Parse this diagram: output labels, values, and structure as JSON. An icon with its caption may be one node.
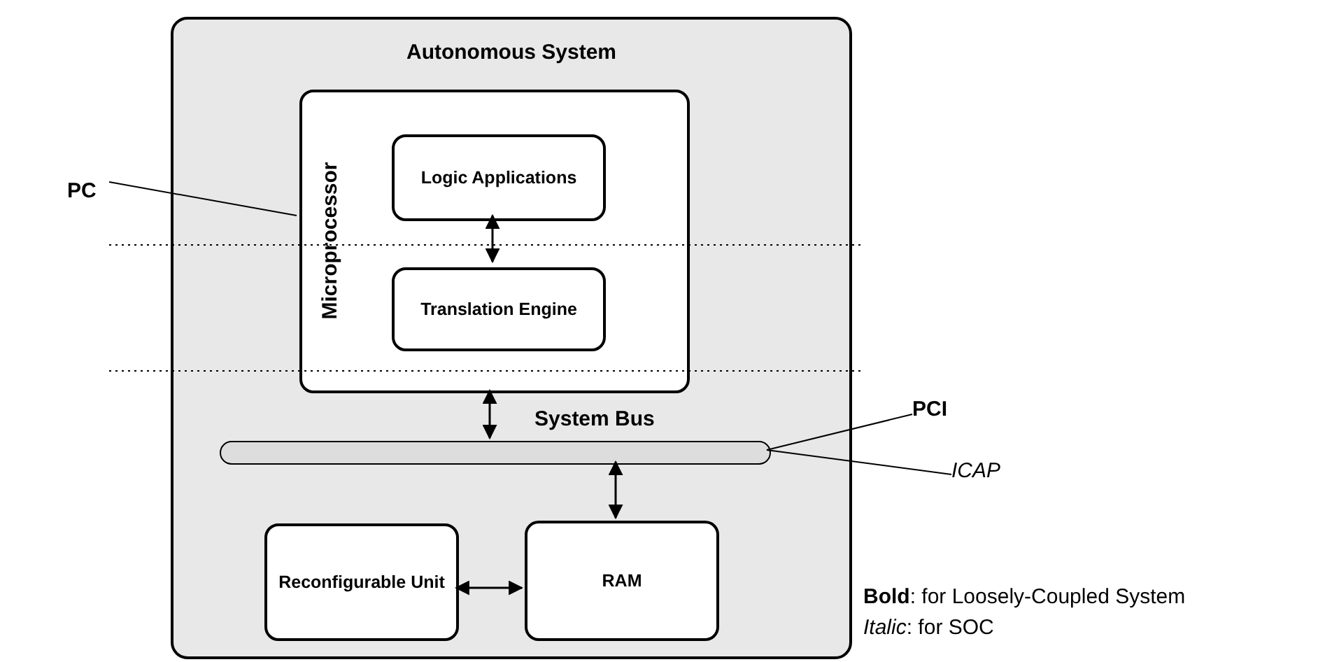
{
  "diagram": {
    "nodes": [
      {
        "text": [
          "Autonomous System"
        ]
      },
      {
        "text": [
          "Microprocessor"
        ],
        "in": 0
      },
      {
        "text": [
          "Logic Applications"
        ],
        "in": 1
      },
      {
        "text": [
          "Translation Engine"
        ],
        "in": 1
      },
      {
        "text": [
          "System Bus"
        ],
        "in": 0
      },
      {
        "text": [
          "Reconfigurable Unit"
        ],
        "in": 0
      },
      {
        "text": [
          "RAM"
        ],
        "in": 0
      },
      {
        "text": [
          "PC"
        ]
      },
      {
        "text": [
          "PCI"
        ]
      },
      {
        "text": [
          "ICAP"
        ]
      }
    ],
    "edges": [
      {
        "from": 2,
        "to": 3,
        "arrow": "both"
      },
      {
        "from": 1,
        "to": 4,
        "arrow": "both"
      },
      {
        "from": 4,
        "to": 6,
        "arrow": "both"
      },
      {
        "from": 5,
        "to": 6,
        "arrow": "both"
      },
      {
        "from": 7,
        "to": 1,
        "arrow": "none"
      },
      {
        "from": 8,
        "to": 4,
        "arrow": "none"
      },
      {
        "from": 9,
        "to": 4,
        "arrow": "none"
      }
    ],
    "labels": [
      "**Bold**: for Loosely-Coupled System",
      "*Italic*: for SOC"
    ]
  }
}
